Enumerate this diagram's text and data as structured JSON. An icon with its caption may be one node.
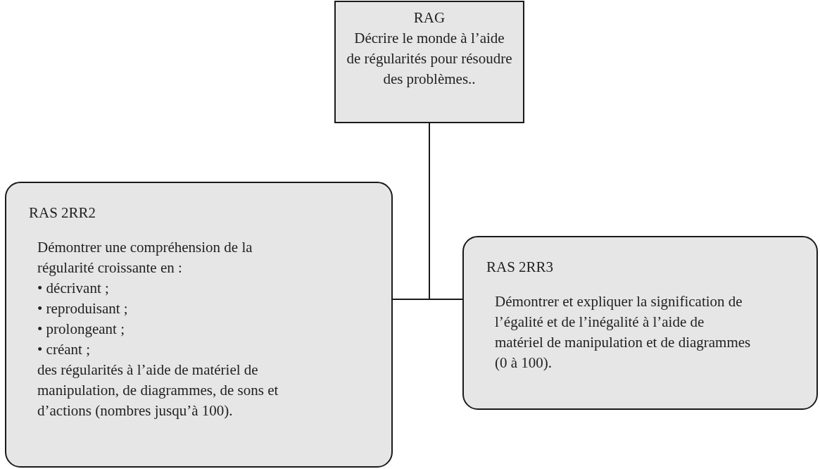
{
  "diagram": {
    "nodes": [
      {
        "text": [
          "RAG",
          "Décrire le monde à l’aide de régularités pour résoudre des problèmes.."
        ]
      },
      {
        "text": [
          "RAS 2RR2",
          "Démontrer une compréhension de la régularité croissante en :",
          "• décrivant ;",
          "• reproduisant ;",
          "• prolongeant ;",
          "• créant ;",
          "des régularités à l’aide de matériel de manipulation, de diagrammes, de sons et d’actions (nombres jusqu’à 100)."
        ]
      },
      {
        "text": [
          "RAS 2RR3",
          "Démontrer et expliquer la signification de l’égalité et de l’inégalité à l’aide de matériel de manipulation et de diagrammes (0 à 100)."
        ]
      }
    ],
    "edges": [
      {
        "from": 0,
        "to": 1,
        "arrow": "none"
      },
      {
        "from": 0,
        "to": 2,
        "arrow": "none"
      }
    ]
  }
}
